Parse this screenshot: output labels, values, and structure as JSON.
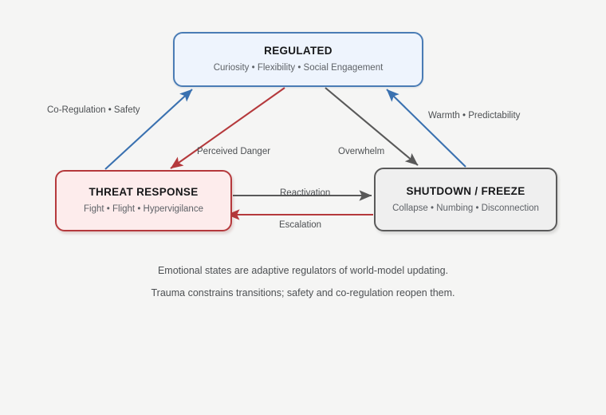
{
  "diagram": {
    "background": "#f5f5f4",
    "nodes": [
      {
        "id": "regulated",
        "title": "REGULATED",
        "subtitle": "Curiosity • Flexibility • Social Engagement",
        "border_color": "#4a7cb5",
        "fill_color": "#eef4fd"
      },
      {
        "id": "threat",
        "title": "THREAT RESPONSE",
        "subtitle": "Fight • Flight • Hypervigilance",
        "border_color": "#b5393c",
        "fill_color": "#fdecec"
      },
      {
        "id": "shutdown",
        "title": "SHUTDOWN / FREEZE",
        "subtitle": "Collapse • Numbing • Disconnection",
        "border_color": "#5a5a5a",
        "fill_color": "#efefef"
      }
    ],
    "edges": [
      {
        "id": "threat-to-regulated",
        "label": "Co-Regulation • Safety",
        "color": "#3a71b0",
        "from": "threat",
        "to": "regulated"
      },
      {
        "id": "regulated-to-threat",
        "label": "Perceived Danger",
        "color": "#b5393c",
        "from": "regulated",
        "to": "threat"
      },
      {
        "id": "regulated-to-shutdown",
        "label": "Overwhelm",
        "color": "#595959",
        "from": "regulated",
        "to": "shutdown"
      },
      {
        "id": "shutdown-to-regulated",
        "label": "Warmth • Predictability",
        "color": "#3a71b0",
        "from": "shutdown",
        "to": "regulated"
      },
      {
        "id": "threat-to-shutdown",
        "label": "Reactivation",
        "color": "#595959",
        "from": "threat",
        "to": "shutdown"
      },
      {
        "id": "shutdown-to-threat",
        "label": "Escalation",
        "color": "#b5393c",
        "from": "shutdown",
        "to": "threat"
      }
    ],
    "caption": [
      "Emotional states are adaptive regulators of world-model updating.",
      "Trauma constrains transitions; safety and co-regulation reopen them."
    ]
  }
}
